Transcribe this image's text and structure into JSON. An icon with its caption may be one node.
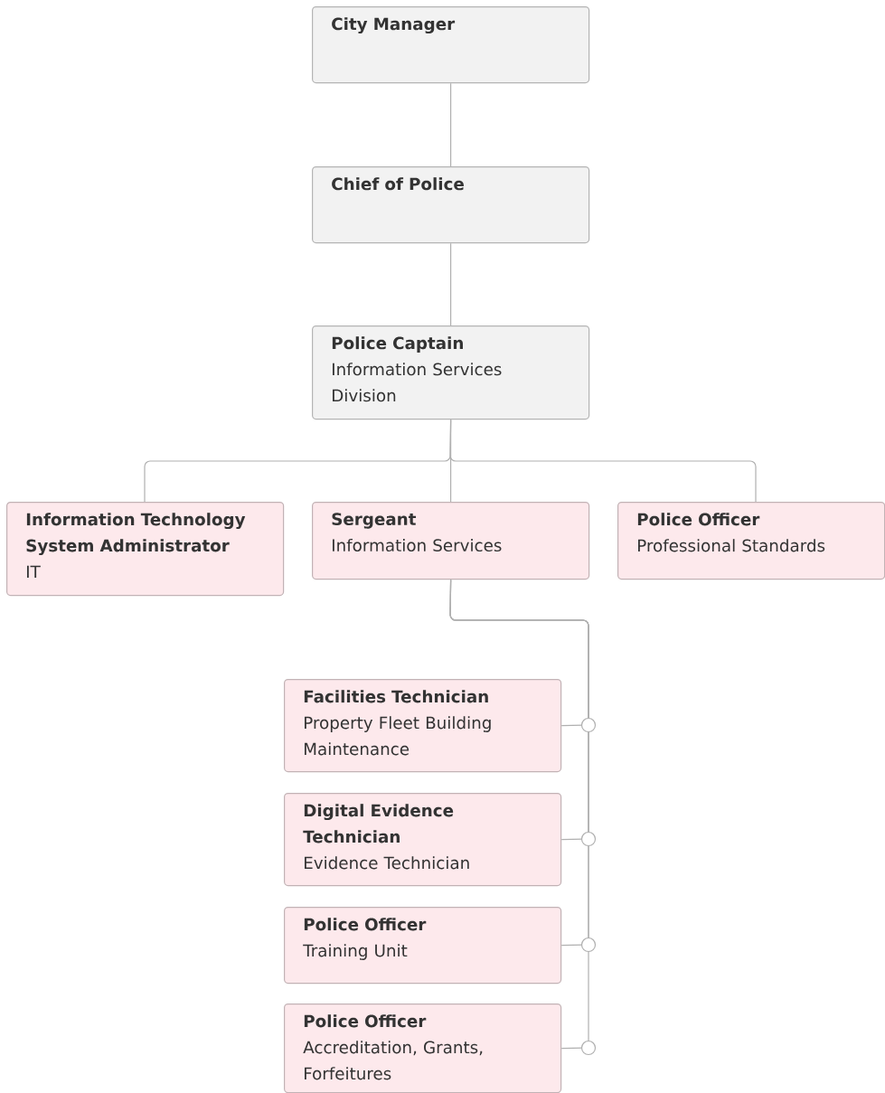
{
  "diagram": {
    "nodes": [
      {
        "text": [
          "City Manager"
        ]
      },
      {
        "text": [
          "Chief of Police"
        ]
      },
      {
        "text": [
          "Police Captain",
          "Information Services Division"
        ]
      },
      {
        "text": [
          "Information Technology System Administrator",
          "IT"
        ]
      },
      {
        "text": [
          "Sergeant",
          "Information Services"
        ]
      },
      {
        "text": [
          "Police Officer",
          "Professional Standards"
        ]
      },
      {
        "text": [
          "Facilities Technician",
          "Property Fleet Building Maintenance"
        ]
      },
      {
        "text": [
          "Digital Evidence Technician",
          "Evidence Technician"
        ]
      },
      {
        "text": [
          "Police Officer",
          "Training Unit"
        ]
      },
      {
        "text": [
          "Police Officer",
          "Accreditation, Grants, Forfeitures"
        ]
      }
    ],
    "edges": [
      {
        "from": 0,
        "to": 1,
        "arrow": "none"
      },
      {
        "from": 1,
        "to": 2,
        "arrow": "none"
      },
      {
        "from": 2,
        "to": 3,
        "arrow": "none"
      },
      {
        "from": 2,
        "to": 4,
        "arrow": "none"
      },
      {
        "from": 2,
        "to": 5,
        "arrow": "none"
      },
      {
        "from": 4,
        "to": 6,
        "arrow": "none"
      },
      {
        "from": 4,
        "to": 7,
        "arrow": "none"
      },
      {
        "from": 4,
        "to": 8,
        "arrow": "none"
      },
      {
        "from": 4,
        "to": 9,
        "arrow": "none"
      }
    ]
  }
}
